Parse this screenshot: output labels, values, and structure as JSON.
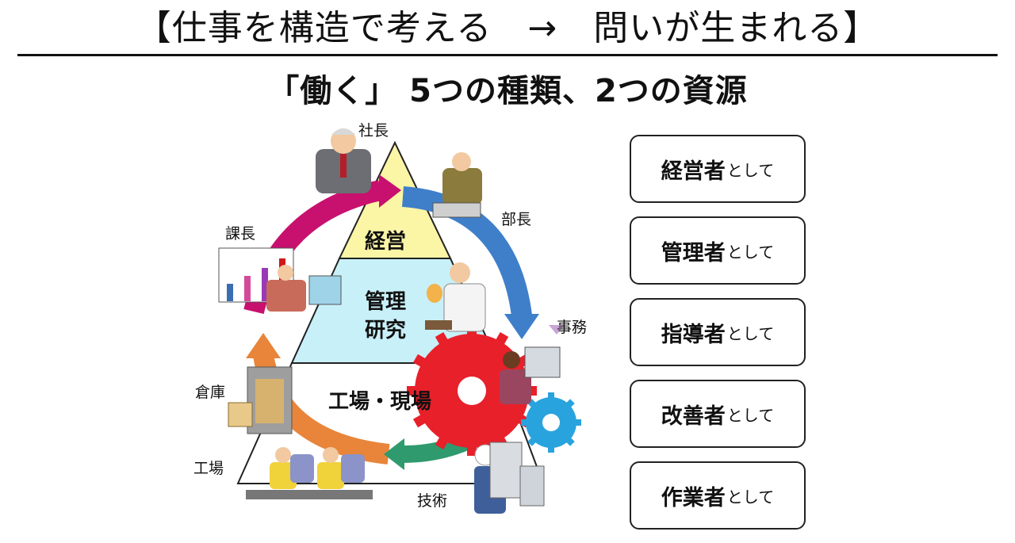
{
  "header": {
    "title": "【仕事を構造で考える　→　問いが生まれる】"
  },
  "subtitle": "「働く」 5つの種類、2つの資源",
  "diagram": {
    "labels": {
      "president": "社長",
      "department_head": "部長",
      "section_head": "課長",
      "office": "事務",
      "warehouse": "倉庫",
      "factory": "工場",
      "technology": "技術"
    },
    "tiers": {
      "top": "経営",
      "middle_1": "管理",
      "middle_2": "研究",
      "bottom": "工場・現場"
    },
    "colors": {
      "top_tier": "#fbf5a6",
      "middle_tier": "#c8f0f8",
      "magenta_arrow": "#c8106e",
      "blue_arrow": "#3f7fca",
      "green_arrow": "#2f9a6e",
      "orange_arrow": "#e8853a",
      "red_gear": "#e8202a",
      "blue_gear": "#29a3dd"
    }
  },
  "roles": [
    {
      "name": "経営者",
      "suffix": "として"
    },
    {
      "name": "管理者",
      "suffix": "として"
    },
    {
      "name": "指導者",
      "suffix": "として"
    },
    {
      "name": "改善者",
      "suffix": "として"
    },
    {
      "name": "作業者",
      "suffix": "として"
    }
  ]
}
